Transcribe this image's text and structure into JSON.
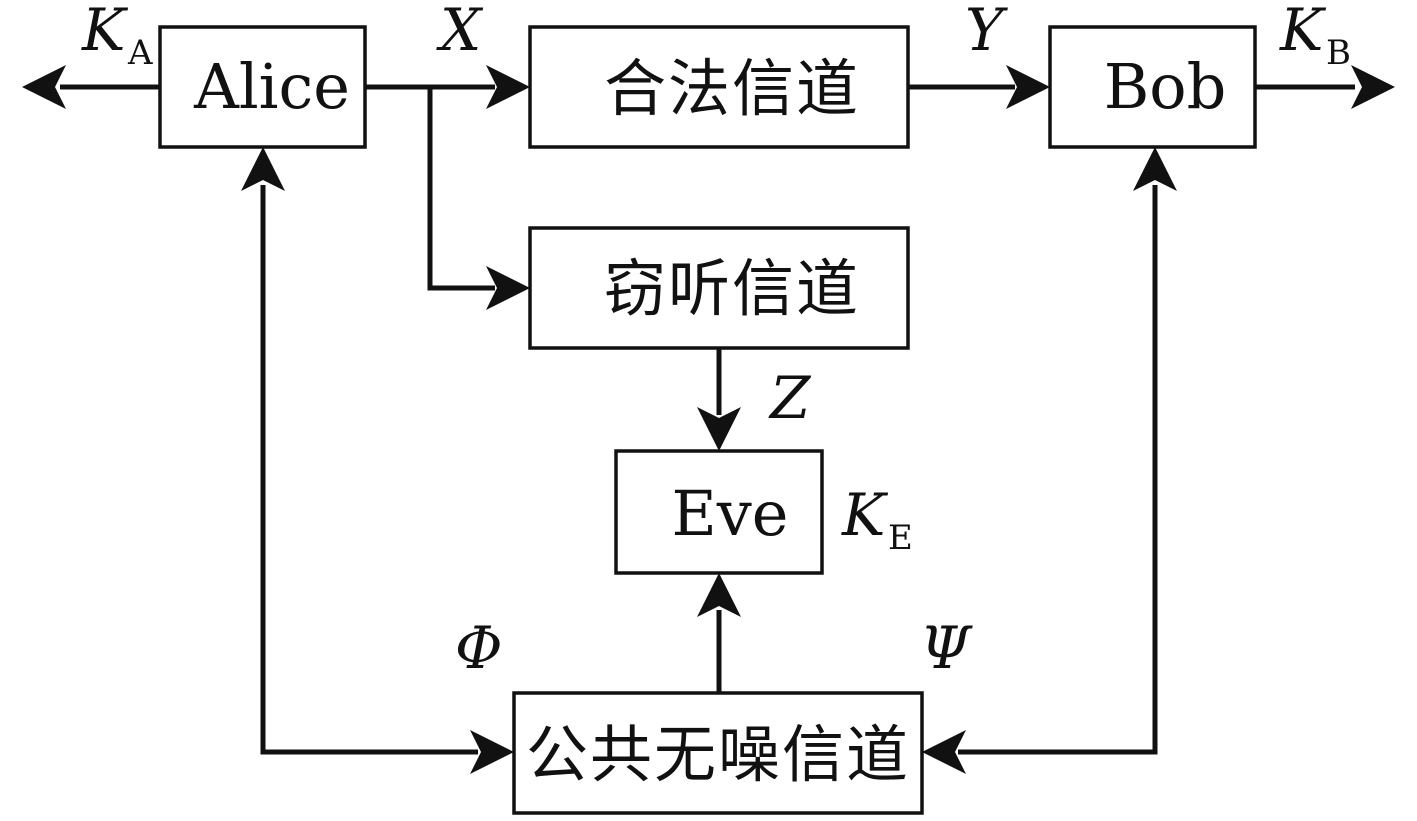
{
  "nodes": {
    "alice": "Alice",
    "legit_channel": "合法信道",
    "bob": "Bob",
    "eaves_channel": "窃听信道",
    "eve": "Eve",
    "public_channel": "公共无噪信道"
  },
  "labels": {
    "ka_main": "K",
    "ka_sub": "A",
    "kb_main": "K",
    "kb_sub": "B",
    "ke_main": "K",
    "ke_sub": "E",
    "x": "X",
    "y": "Y",
    "z": "Z",
    "phi": "Φ",
    "psi": "Ψ"
  },
  "colors": {
    "stroke": "#111111",
    "background": "#ffffff"
  }
}
